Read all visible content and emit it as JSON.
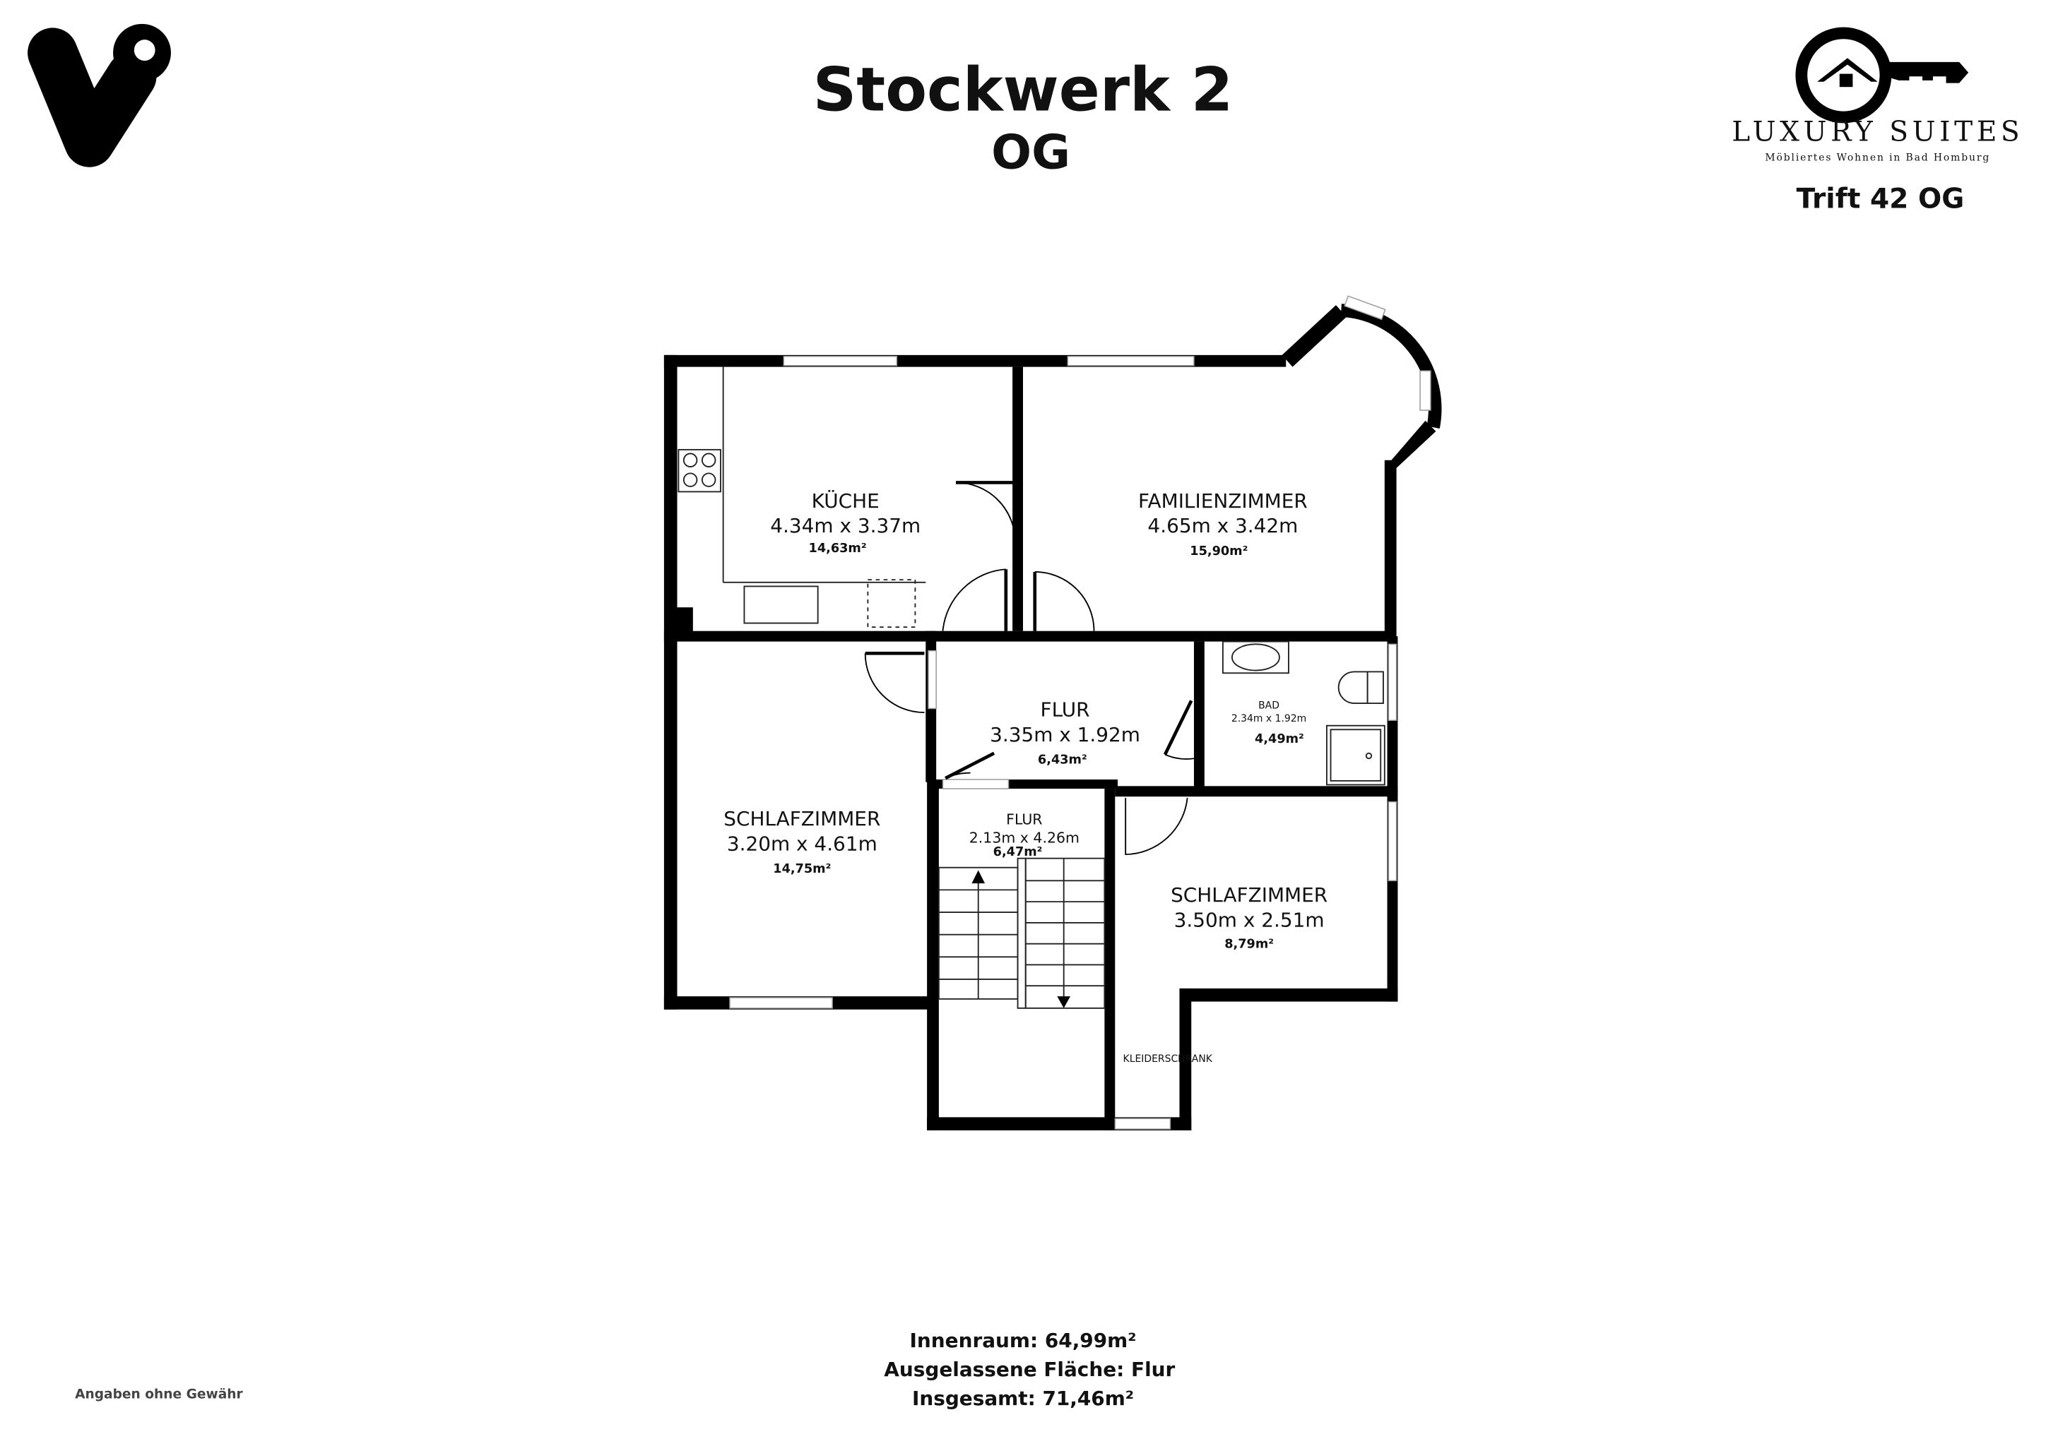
{
  "header": {
    "title": "Stockwerk 2",
    "subtitle": "OG"
  },
  "brand": {
    "name": "LUXURY SUITES",
    "tagline": "Möbliertes Wohnen in Bad Homburg",
    "property": "Trift 42 OG"
  },
  "rooms": [
    {
      "name": "KÜCHE",
      "dims": "4.34m x 3.37m",
      "area": "14,63m²"
    },
    {
      "name": "FAMILIENZIMMER",
      "dims": "4.65m x 3.42m",
      "area": "15,90m²"
    },
    {
      "name": "FLUR",
      "dims": "3.35m x 1.92m",
      "area": "6,43m²"
    },
    {
      "name": "BAD",
      "dims": "2.34m x 1.92m",
      "area": "4,49m²"
    },
    {
      "name": "FLUR",
      "dims": "2.13m x 4.26m",
      "area": "6,47m²"
    },
    {
      "name": "SCHLAFZIMMER",
      "dims": "3.20m x 4.61m",
      "area": "14,75m²"
    },
    {
      "name": "SCHLAFZIMMER",
      "dims": "3.50m x 2.51m",
      "area": "8,79m²"
    }
  ],
  "labels": {
    "wardrobe": "KLEIDERSCHRANK"
  },
  "summary": {
    "interior": "Innenraum: 64,99m²",
    "omitted": "Ausgelassene Fläche: Flur",
    "total": "Insgesamt: 71,46m²"
  },
  "disclaimer": "Angaben ohne Gewähr"
}
